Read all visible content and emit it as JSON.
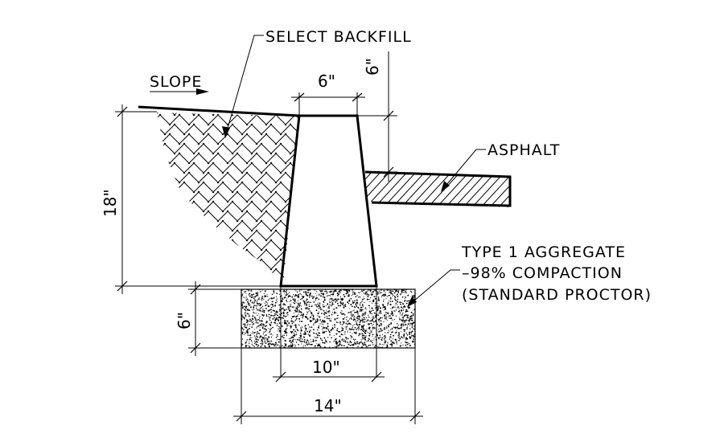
{
  "labels": {
    "select_backfill": "SELECT BACKFILL",
    "slope": "SLOPE",
    "asphalt": "ASPHALT",
    "aggregate_line1": "TYPE 1 AGGREGATE",
    "aggregate_line2": "–98% COMPACTION",
    "aggregate_line3": "(STANDARD PROCTOR)"
  },
  "dimensions": {
    "curb_top_width": "6\"",
    "asphalt_depth": "6\"",
    "curb_height": "18\"",
    "base_depth": "6\"",
    "curb_base_width": "10\"",
    "base_width": "14\""
  },
  "colors": {
    "line": "#000000",
    "background": "#ffffff"
  }
}
